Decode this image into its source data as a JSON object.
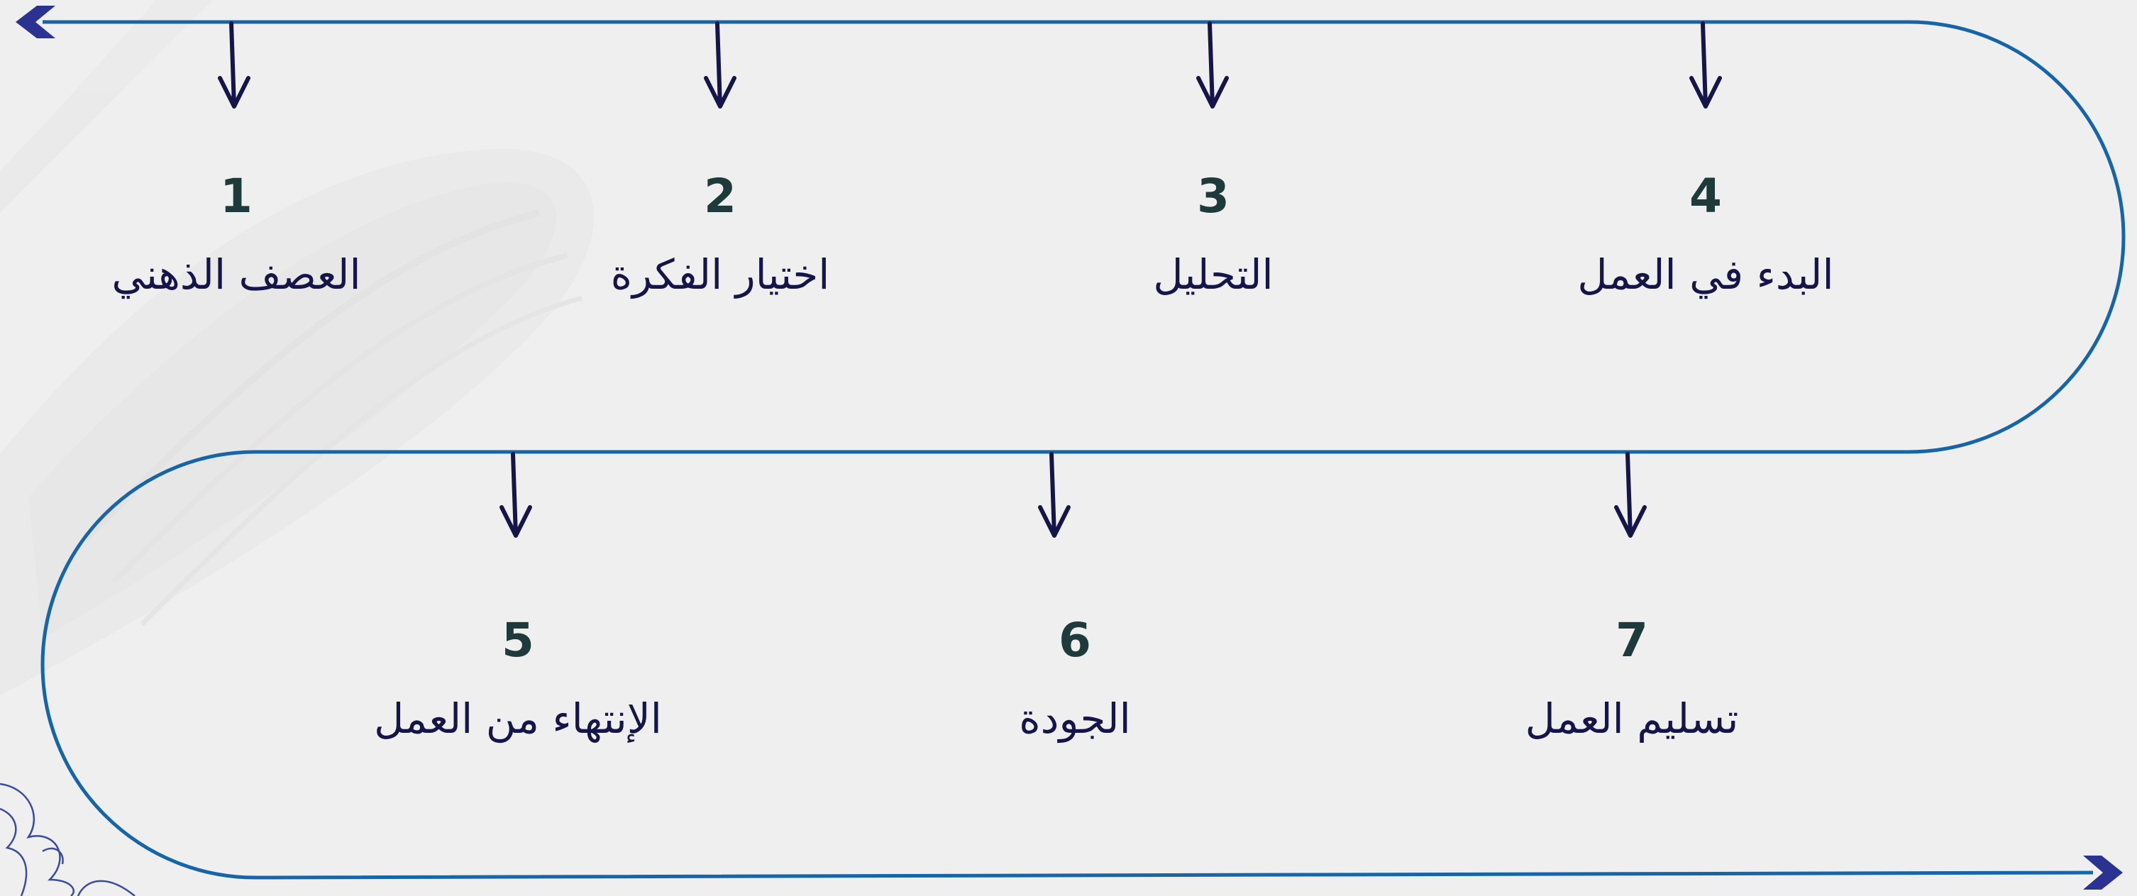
{
  "colors": {
    "background": "#efefef",
    "path_line": "#1565a8",
    "arrow": "#15154a",
    "number": "#1e3a3a",
    "label": "#15154a",
    "direction_arrowhead": "#2a3392"
  },
  "steps": [
    {
      "number": "1",
      "label": "العصف الذهني"
    },
    {
      "number": "2",
      "label": "اختيار الفكرة"
    },
    {
      "number": "3",
      "label": "التحليل"
    },
    {
      "number": "4",
      "label": "البدء في العمل"
    },
    {
      "number": "5",
      "label": "الإنتهاء من العمل"
    },
    {
      "number": "6",
      "label": "الجودة"
    },
    {
      "number": "7",
      "label": "تسليم العمل"
    }
  ]
}
